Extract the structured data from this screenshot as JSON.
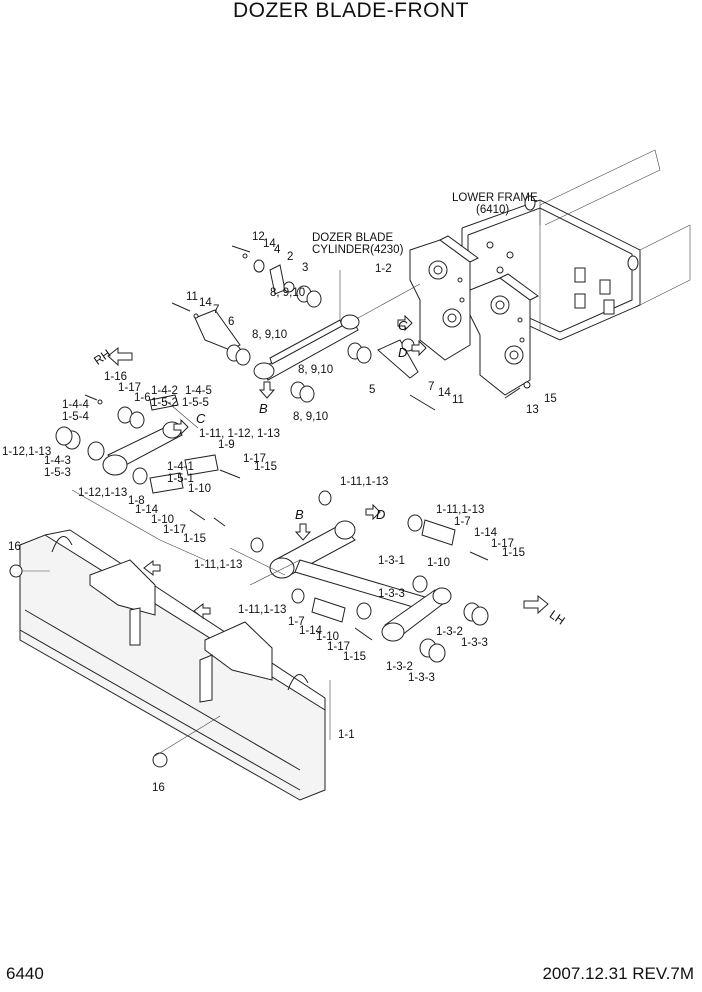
{
  "title": "DOZER BLADE-FRONT",
  "page_number": "6440",
  "footer_date_rev": "2007.12.31  REV.7M",
  "notes": {
    "lower_frame": "LOWER FRAME",
    "lower_frame_ref": "(6410)",
    "cylinder_line1": "DOZER BLADE",
    "cylinder_line2": "CYLINDER(4230)"
  },
  "direction": {
    "rh": "RH",
    "lh": "LH"
  },
  "callouts": [
    "12",
    "14",
    "4",
    "2",
    "3",
    "8, 9,10",
    "11",
    "14",
    "7",
    "6",
    "8, 9,10",
    "8, 9,10",
    "8, 9,10",
    "1-2",
    "C",
    "D",
    "5",
    "7",
    "14",
    "11",
    "13",
    "15",
    "B",
    "1-16",
    "1-17",
    "1-6",
    "1-4-2",
    "1-4-5",
    "1-5-2",
    "1-5-5",
    "1-4-4",
    "1-5-4",
    "C",
    "1-12,1-13",
    "1-4-3",
    "1-5-3",
    "1-11, 1-12, 1-13",
    "1-9",
    "1-4-1",
    "1-5-1",
    "1-17",
    "1-15",
    "1-10",
    "1-12,1-13",
    "1-8",
    "1-14",
    "1-10",
    "1-17",
    "1-15",
    "1-11,1-13",
    "B",
    "D",
    "1-11,1-13",
    "1-7",
    "1-14",
    "1-17",
    "1-15",
    "1-10",
    "1-3-1",
    "1-11,1-13",
    "16",
    "1-11,1-13",
    "1-3-3",
    "1-7",
    "1-14",
    "1-10",
    "1-17",
    "1-15",
    "1-3-2",
    "1-3-3",
    "1-3-2",
    "1-3-3",
    "1-1",
    "16"
  ]
}
